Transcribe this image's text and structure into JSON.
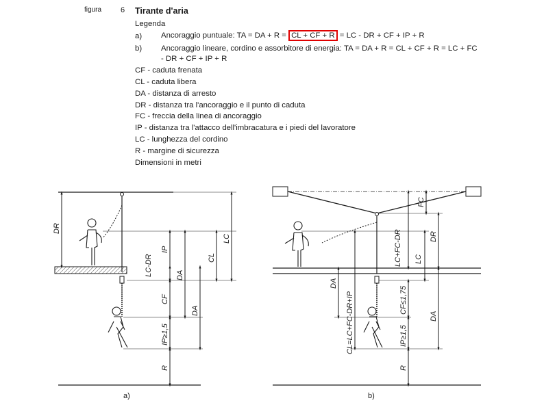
{
  "header": {
    "figure_label": "figura",
    "figure_number": "6",
    "title": "Tirante d'aria"
  },
  "legend": {
    "heading": "Legenda",
    "a_letter": "a)",
    "a_prefix": "Ancoraggio puntuale: TA = DA + R =",
    "a_boxed": "CL + CF + R",
    "a_suffix": "= LC - DR + CF + IP + R",
    "b_letter": "b)",
    "b_line1": "Ancoraggio lineare, cordino e assorbitore di energia: TA = DA + R = CL + CF + R = LC + FC",
    "b_line2": "- DR + CF + IP + R",
    "items": [
      "CF - caduta frenata",
      "CL - caduta libera",
      "DA - distanza di arresto",
      "DR - distanza tra l'ancoraggio e il punto di caduta",
      "FC - freccia della linea di ancoraggio",
      "IP - distanza tra l'attacco dell'imbracatura e i piedi del lavoratore",
      "LC - lunghezza del cordino",
      "R - margine di sicurezza"
    ],
    "units": "Dimensioni in metri"
  },
  "diagram_a": {
    "caption": "a)",
    "labels": {
      "dr": "DR",
      "ip_top": "IP",
      "lc_dr": "LC-DR",
      "cl": "CL",
      "lc": "LC",
      "da_small": "DA",
      "cf": "CF",
      "da_big": "DA",
      "ip_bottom": "IP≥1,5",
      "r": "R"
    }
  },
  "diagram_b": {
    "caption": "b)",
    "labels": {
      "fc": "FC",
      "dr": "DR",
      "lc_fc_dr": "LC+FC-DR",
      "lc": "LC",
      "da_small": "DA",
      "cl_formula": "CL=LC+FC-DR+IP",
      "cf": "CF≤1,75",
      "da_big": "DA",
      "ip_bottom": "IP≥1,5",
      "r": "R"
    }
  },
  "colors": {
    "highlight_box": "#e00000",
    "ink": "#1a1a1a"
  }
}
